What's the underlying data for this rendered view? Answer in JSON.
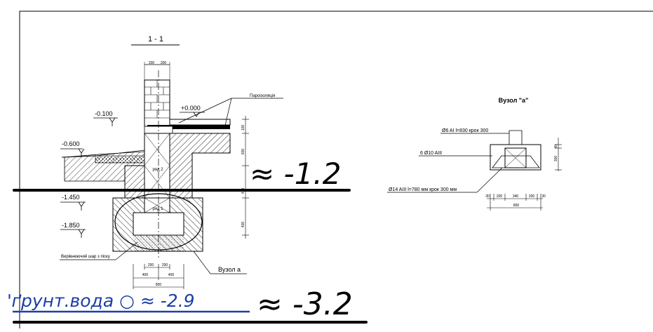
{
  "section": {
    "title": "1 - 1",
    "labels": {
      "vapor_barrier": "Пароізоляція",
      "sand_layer": "Вирівнюючий шар з піску",
      "node_pointer": "Вузол а",
      "row2": "ряд 2",
      "row1": "ряд 1"
    },
    "levels": {
      "floor": "+0.000",
      "l_0100": "-0.100",
      "l_0600": "-0.600",
      "l_1450": "-1.450",
      "l_1850": "-1.850"
    },
    "dims_top": [
      "200",
      "200"
    ],
    "dims_bottom_inner": [
      "200",
      "200"
    ],
    "dims_bottom_outer": [
      "400",
      "400"
    ],
    "dim_total": "800",
    "dims_vertical": [
      "100",
      "600",
      "450",
      "400"
    ]
  },
  "node": {
    "title": "Вузол \"а\"",
    "rebar1": "Ø6 AI  l=830 крок 300",
    "rebar2": "6 Ø10 AIII",
    "rebar3": "Ø14 AIII  l=780 мм крок 300 мм",
    "dims": [
      "30",
      "200",
      "340",
      "200",
      "30"
    ],
    "dim_total": "800",
    "dims_vertical": [
      "40",
      "300"
    ]
  },
  "annotations": {
    "level_approx_1": "≈ -1.2",
    "groundwater": "'ґрунт.вода ○ ≈ -2.9",
    "level_approx_2": "≈ -3.2"
  }
}
